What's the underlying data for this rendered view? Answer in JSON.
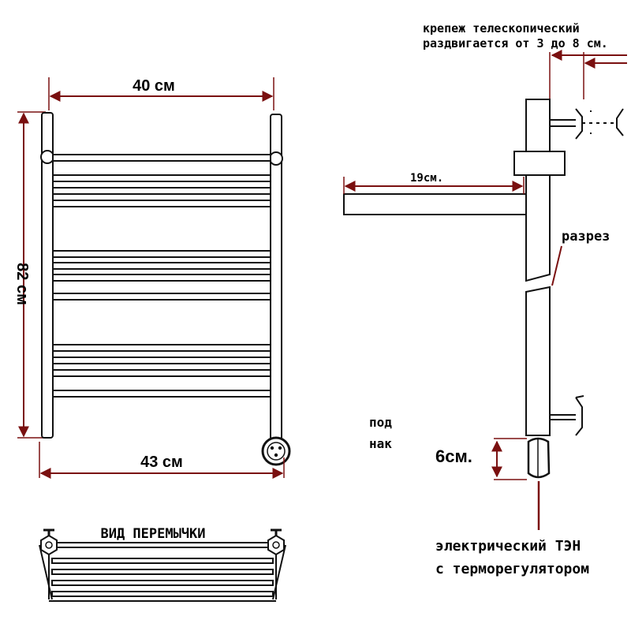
{
  "front_view": {
    "width_top": "40 см",
    "height": "82 см",
    "width_bottom": "43 см"
  },
  "jumper_view": {
    "title": "ВИД ПЕРЕМЫЧКИ"
  },
  "side_view": {
    "mount_line1": "крепеж телескопический",
    "mount_line2": "раздвигается от 3 до 8 см.",
    "depth": "19см.",
    "section": "разрез",
    "under_line1": "под",
    "under_line2": "нак",
    "heater_height": "6см.",
    "heater_line1": "электрический  ТЭН",
    "heater_line2": "с терморегулятором"
  },
  "colors": {
    "dimension": "#7a1010",
    "ink": "#111111"
  }
}
